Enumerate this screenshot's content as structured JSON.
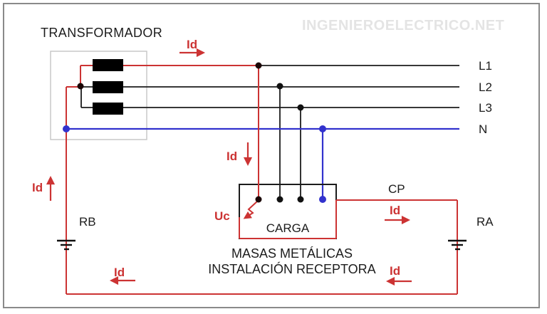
{
  "watermark": "INGENIEROELECTRICO.NET",
  "transformer": {
    "label": "TRANSFORMADOR"
  },
  "lines": {
    "l1": "L1",
    "l2": "L2",
    "l3": "L3",
    "n": "N"
  },
  "load": {
    "label": "CARGA"
  },
  "masses": {
    "line1": "MASAS METÁLICAS",
    "line2": "INSTALACIÓN RECEPTORA"
  },
  "earth": {
    "rb": "RB",
    "ra": "RA"
  },
  "conductor": {
    "cp": "CP"
  },
  "current": {
    "id": "Id"
  },
  "touch_voltage": {
    "uc": "Uc"
  },
  "colors": {
    "fault_path": "#cc3333",
    "neutral": "#3232cd",
    "phase": "#1c1c1c",
    "watermark": "#e4e4e4",
    "frame": "#8a8a8a",
    "transformer_box": "#c9c9c9"
  }
}
